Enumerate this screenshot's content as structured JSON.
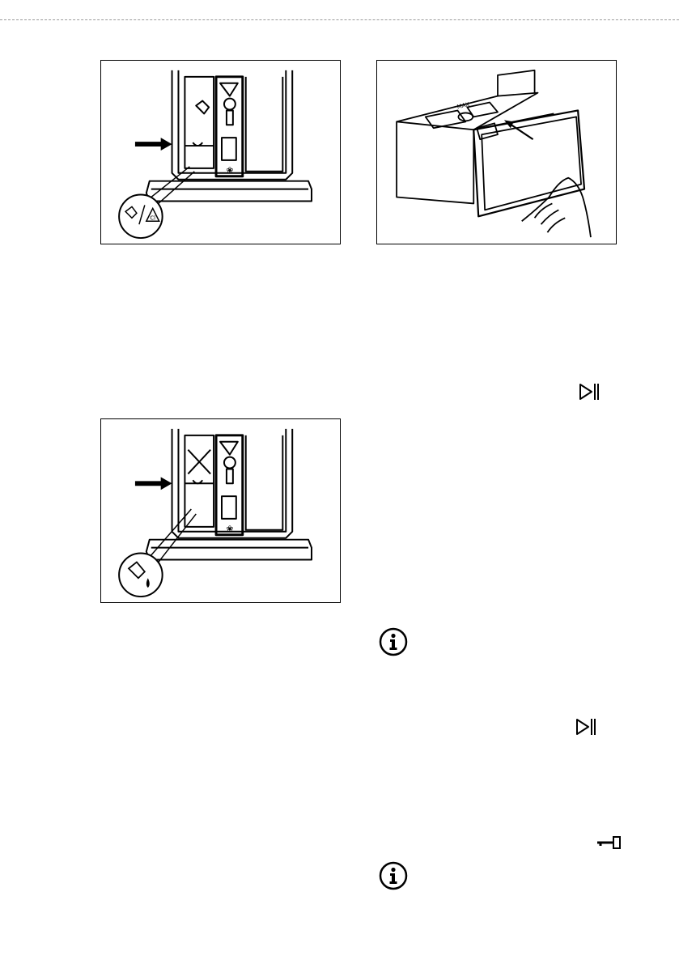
{
  "document": {
    "figures": [
      {
        "id": "detergent-compartment-powder",
        "bleach_symbol": "Cl"
      },
      {
        "id": "dispenser-drawer-closing"
      },
      {
        "id": "detergent-compartment-liquid"
      }
    ],
    "icons": [
      "start-pause-icon",
      "info-icon",
      "start-pause-icon",
      "child-lock-key-icon",
      "info-icon"
    ],
    "colors": {
      "line": "#000000",
      "background": "#ffffff"
    }
  }
}
